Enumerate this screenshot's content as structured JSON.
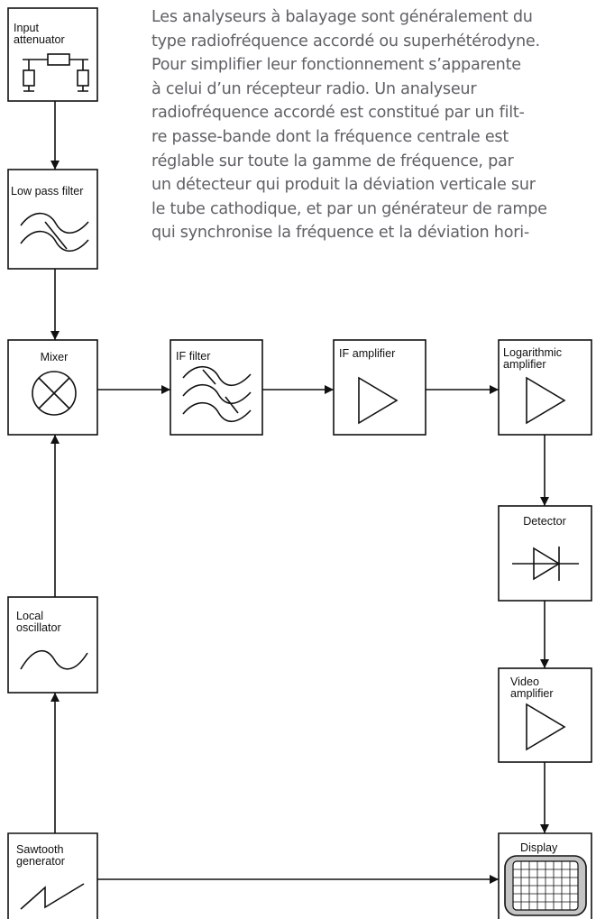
{
  "paragraph": {
    "lines": [
      "Les analyseurs à balayage sont généralement du",
      "type radiofréquence accordé ou superhétérodyne.",
      "Pour simplifier leur fonctionnement s’apparente",
      "à celui d’un récepteur radio. Un analyseur",
      "radiofréquence accordé est constitué par un filt-",
      "re passe-bande dont la fréquence centrale est",
      "réglable sur toute la gamme de fréquence, par",
      "un détecteur qui produit la déviation verticale sur",
      "le tube cathodique, et par un générateur de rampe",
      "qui synchronise la fréquence et la déviation hori-"
    ]
  },
  "blocks": {
    "input_attenuator": [
      "Input",
      "attenuator"
    ],
    "low_pass_filter": [
      "Low pass filter"
    ],
    "mixer": [
      "Mixer"
    ],
    "if_filter": [
      "IF filter"
    ],
    "if_amplifier": [
      "IF amplifier"
    ],
    "logarithmic_amplifier": [
      "Logarithmic",
      "amplifier"
    ],
    "detector": [
      "Detector"
    ],
    "video_amplifier": [
      "Video",
      "amplifier"
    ],
    "display": [
      "Display"
    ],
    "local_oscillator": [
      "Local",
      "oscillator"
    ],
    "sawtooth_generator": [
      "Sawtooth",
      "generator"
    ]
  },
  "colors": {
    "line": "#111111",
    "text": "#606066",
    "screen": "#c4c4c4"
  }
}
